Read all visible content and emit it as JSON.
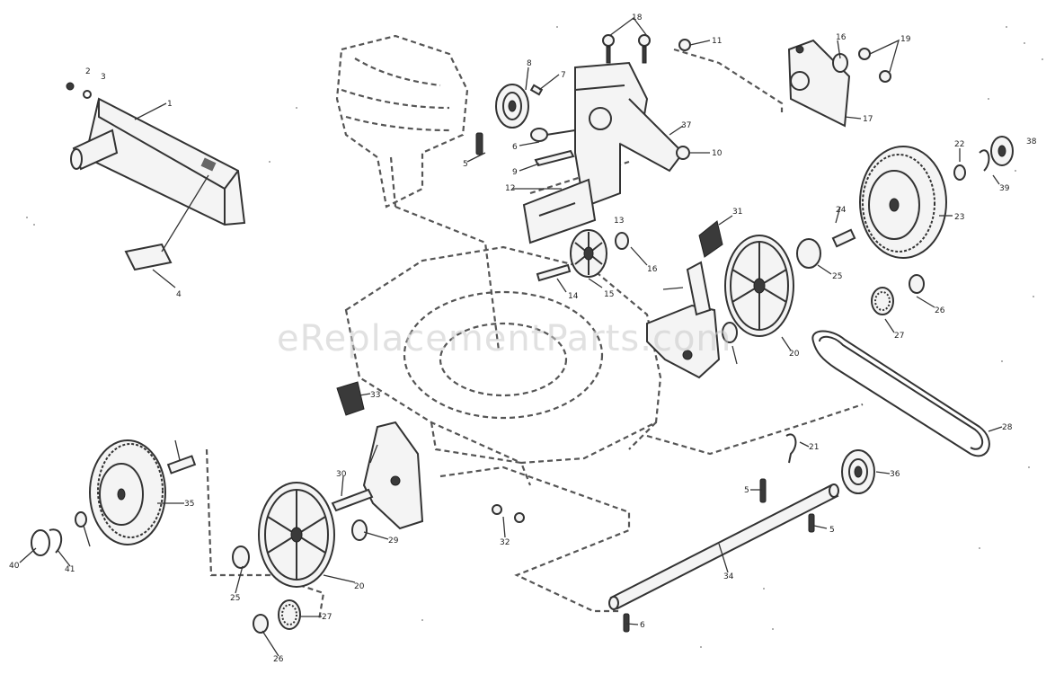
{
  "watermark": "eReplacementParts.com",
  "part_labels": [
    {
      "id": "p1",
      "text": "1"
    },
    {
      "id": "p2",
      "text": "2"
    },
    {
      "id": "p3",
      "text": "3"
    },
    {
      "id": "p4",
      "text": "4"
    },
    {
      "id": "p5",
      "text": "5"
    },
    {
      "id": "p5b",
      "text": "5"
    },
    {
      "id": "p5c",
      "text": "5"
    },
    {
      "id": "p6",
      "text": "6"
    },
    {
      "id": "p6b",
      "text": "6"
    },
    {
      "id": "p7",
      "text": "7"
    },
    {
      "id": "p8",
      "text": "8"
    },
    {
      "id": "p9",
      "text": "9"
    },
    {
      "id": "p10",
      "text": "10"
    },
    {
      "id": "p11",
      "text": "11"
    },
    {
      "id": "p12",
      "text": "12"
    },
    {
      "id": "p13",
      "text": "13"
    },
    {
      "id": "p14",
      "text": "14"
    },
    {
      "id": "p15",
      "text": "15"
    },
    {
      "id": "p16",
      "text": "16"
    },
    {
      "id": "p16b",
      "text": "16"
    },
    {
      "id": "p17",
      "text": "17"
    },
    {
      "id": "p18",
      "text": "18"
    },
    {
      "id": "p19",
      "text": "19"
    },
    {
      "id": "p20",
      "text": "20"
    },
    {
      "id": "p20b",
      "text": "20"
    },
    {
      "id": "p21",
      "text": "21"
    },
    {
      "id": "p22",
      "text": "22"
    },
    {
      "id": "p23",
      "text": "23"
    },
    {
      "id": "p24",
      "text": "24"
    },
    {
      "id": "p25",
      "text": "25"
    },
    {
      "id": "p25b",
      "text": "25"
    },
    {
      "id": "p26",
      "text": "26"
    },
    {
      "id": "p26b",
      "text": "26"
    },
    {
      "id": "p27",
      "text": "27"
    },
    {
      "id": "p27b",
      "text": "27"
    },
    {
      "id": "p28",
      "text": "28"
    },
    {
      "id": "p29",
      "text": "29"
    },
    {
      "id": "p30",
      "text": "30"
    },
    {
      "id": "p31",
      "text": "31"
    },
    {
      "id": "p32",
      "text": "32"
    },
    {
      "id": "p33",
      "text": "33"
    },
    {
      "id": "p34",
      "text": "34"
    },
    {
      "id": "p35",
      "text": "35"
    },
    {
      "id": "p36",
      "text": "36"
    },
    {
      "id": "p37",
      "text": "37"
    },
    {
      "id": "p38",
      "text": "38"
    },
    {
      "id": "p39",
      "text": "39"
    },
    {
      "id": "p40",
      "text": "40"
    },
    {
      "id": "p41",
      "text": "41"
    }
  ]
}
